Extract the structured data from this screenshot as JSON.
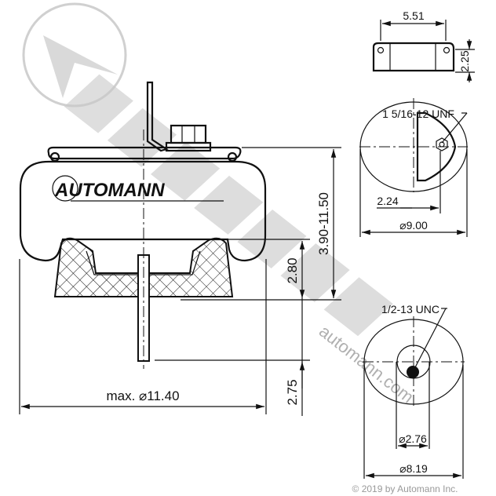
{
  "main_view": {
    "logo_text": "AUTOMANN",
    "dim_height_range": "3.90-11.50",
    "dim_piston_height": "2.80",
    "dim_stud_length": "2.75",
    "dim_max_diameter": "max. ⌀11.40"
  },
  "top_bracket_view": {
    "dim_width": "5.51",
    "dim_height": "2.25"
  },
  "top_plate_view": {
    "thread_label": "1 5/16-12 UNF",
    "dim_offset": "2.24",
    "dim_diameter": "⌀9.00"
  },
  "bottom_view": {
    "thread_label": "1/2-13 UNC",
    "dim_inner_diameter": "⌀2.76",
    "dim_outer_diameter": "⌀8.19"
  },
  "watermark": {
    "brand": "AUTOMANN",
    "url": "automann.com",
    "copyright": "© 2019 by Automann Inc."
  },
  "colors": {
    "line": "#111111",
    "watermark": "#bdbdbd"
  }
}
